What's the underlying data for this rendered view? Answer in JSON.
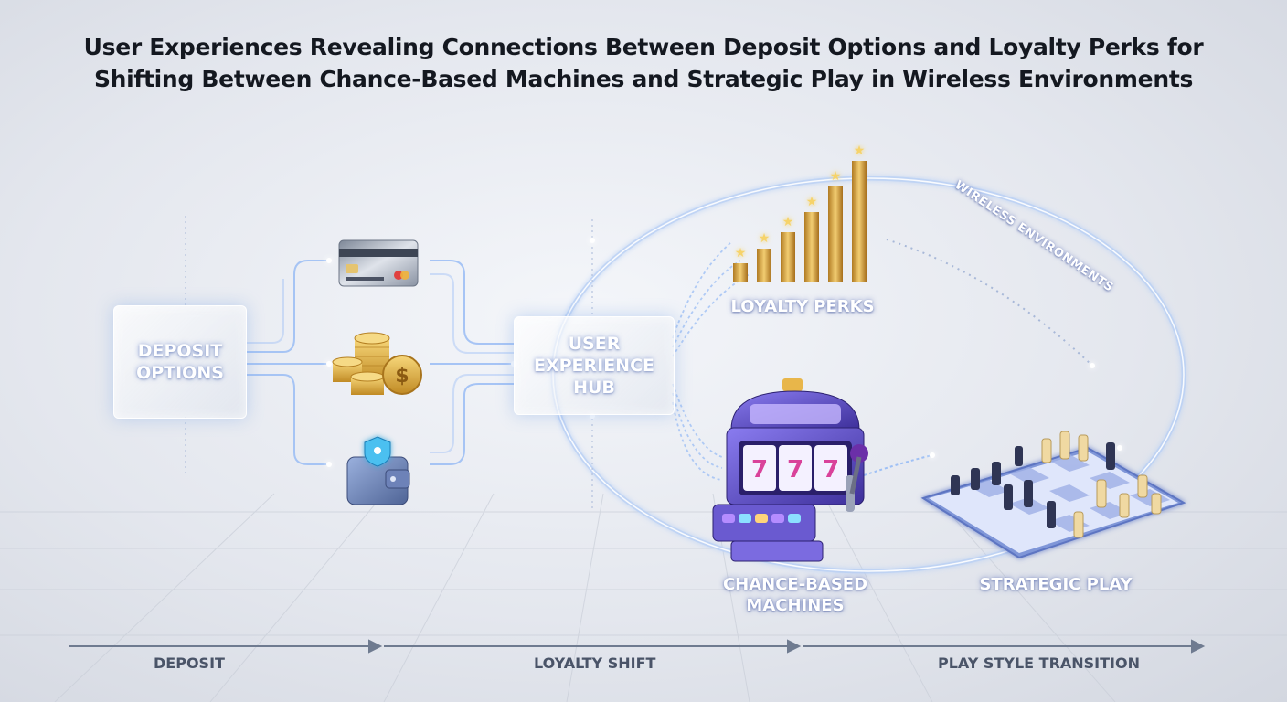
{
  "title": {
    "line1": "User Experiences Revealing Connections Between Deposit Options and Loyalty Perks for",
    "line2": "Shifting Between Chance-Based Machines and Strategic Play in Wireless Environments"
  },
  "nodes": {
    "deposit_options": [
      "DEPOSIT",
      "OPTIONS"
    ],
    "hub": [
      "USER",
      "EXPERIENCE",
      "HUB"
    ],
    "loyalty_perks": "LOYALTY PERKS",
    "chance_machines": [
      "CHANCE-BASED",
      "MACHINES"
    ],
    "strategic_play": "STRATEGIC PLAY",
    "wireless": "WIRELESS ENVIRONMENTS"
  },
  "icons": [
    "credit-card-icon",
    "coins-icon",
    "wallet-icon",
    "loyalty-bars-icon",
    "slot-machine-icon",
    "chessboard-icon"
  ],
  "timeline": {
    "deposit": "DEPOSIT",
    "loyalty_shift": "LOYALTY SHIFT",
    "play_style_transition": "PLAY STYLE TRANSITION"
  },
  "colors": {
    "accent_glow": "#8fb4ff",
    "gold": "#d9a441",
    "slot_purple": "#6b4fd6",
    "timeline": "#6f7b90"
  }
}
